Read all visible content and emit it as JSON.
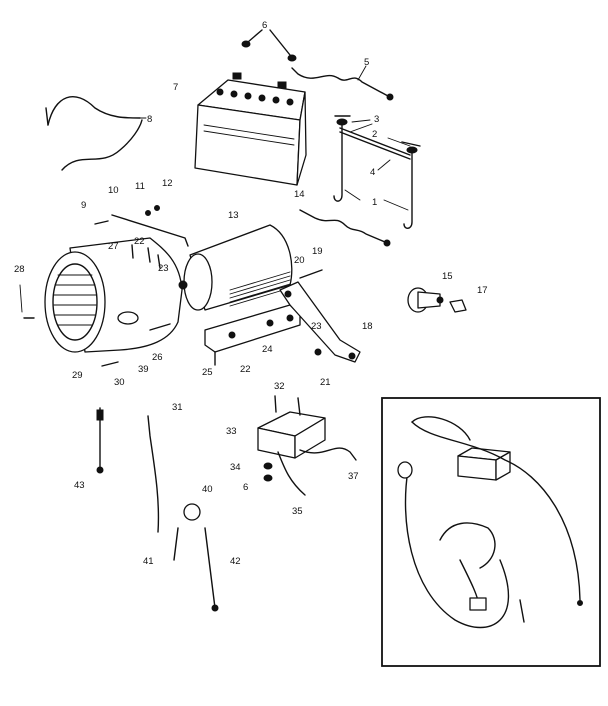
{
  "labels": {
    "l1": "1",
    "l2": "2",
    "l3": "3",
    "l4": "4",
    "l5": "5",
    "l6a": "6",
    "l6b": "6",
    "l7": "7",
    "l8": "8",
    "l9": "9",
    "l10": "10",
    "l11": "11",
    "l12": "12",
    "l13": "13",
    "l14": "14",
    "l15": "15",
    "l17": "17",
    "l18": "18",
    "l19": "19",
    "l20": "20",
    "l21": "21",
    "l22a": "22",
    "l22b": "22",
    "l23a": "23",
    "l23b": "23",
    "l24": "24",
    "l25": "25",
    "l26": "26",
    "l27": "27",
    "l28": "28",
    "l29": "29",
    "l30": "30",
    "l31": "31",
    "l32": "32",
    "l33": "33",
    "l34": "34",
    "l35": "35",
    "l37": "37",
    "l39": "39",
    "l40": "40",
    "l41": "41",
    "l42": "42",
    "l43": "43"
  }
}
